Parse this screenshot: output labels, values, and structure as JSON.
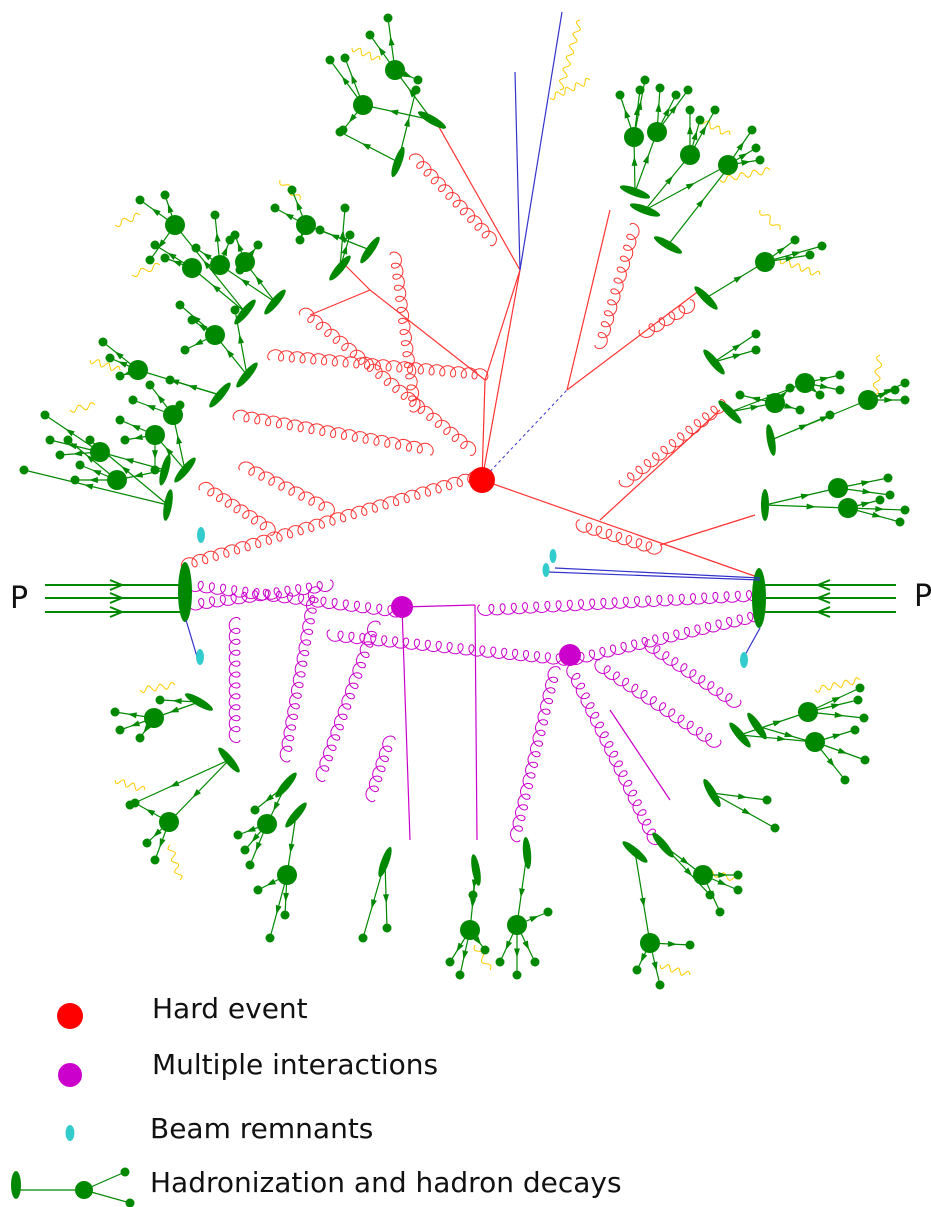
{
  "beams": {
    "left_label": "P",
    "right_label": "P"
  },
  "legend": {
    "hard_event": "Hard event",
    "multiple_interactions": "Multiple interactions",
    "beam_remnants": "Beam remnants",
    "hadronization": "Hadronization and hadron decays"
  },
  "colors": {
    "hard_event": "#ff0000",
    "parton_shower": "#ff3333",
    "multiple_interactions": "#cc00cc",
    "beam_remnant": "#33cccc",
    "hadron": "#008800",
    "blue_lines": "#3333cc",
    "photon": "#ffcc00"
  }
}
